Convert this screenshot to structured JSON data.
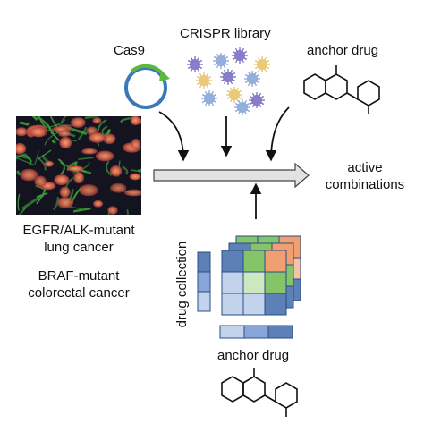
{
  "labels": {
    "cas9": "Cas9",
    "crispr_library": "CRISPR library",
    "anchor_drug_top": "anchor drug",
    "active_line1": "active",
    "active_line2": "combinations",
    "cell_line_1a": "EGFR/ALK-mutant",
    "cell_line_1b": "lung cancer",
    "cell_line_2a": "BRAF-mutant",
    "cell_line_2b": "colorectal cancer",
    "drug_collection": "drug collection",
    "anchor_drug_bottom": "anchor drug"
  },
  "colors": {
    "cas9_ring": "#3a78b8",
    "cas9_arrow": "#5cb83a",
    "virus_purple": "#7b6fc4",
    "virus_blue": "#8aa6d8",
    "virus_yellow": "#e8c46a",
    "grid_blue": "#5d80b6",
    "grid_light_blue": "#c3d3ec",
    "grid_green": "#86c46a",
    "grid_light_green": "#cde7bf",
    "grid_orange": "#f0a070",
    "grid_pink": "#f4c2a6",
    "arrow": "#111111",
    "main_arrow_fill": "#e2e2e2",
    "cell_bg": "#141420",
    "cell_body": "#d8674a",
    "cell_fiber": "#3d9a3a"
  },
  "icons": {
    "cas9": "plasmid-icon",
    "crispr_library": "virus-particles-icon",
    "anchor_drug": "molecule-structure-icon",
    "cells": "microscopy-cells-image"
  }
}
